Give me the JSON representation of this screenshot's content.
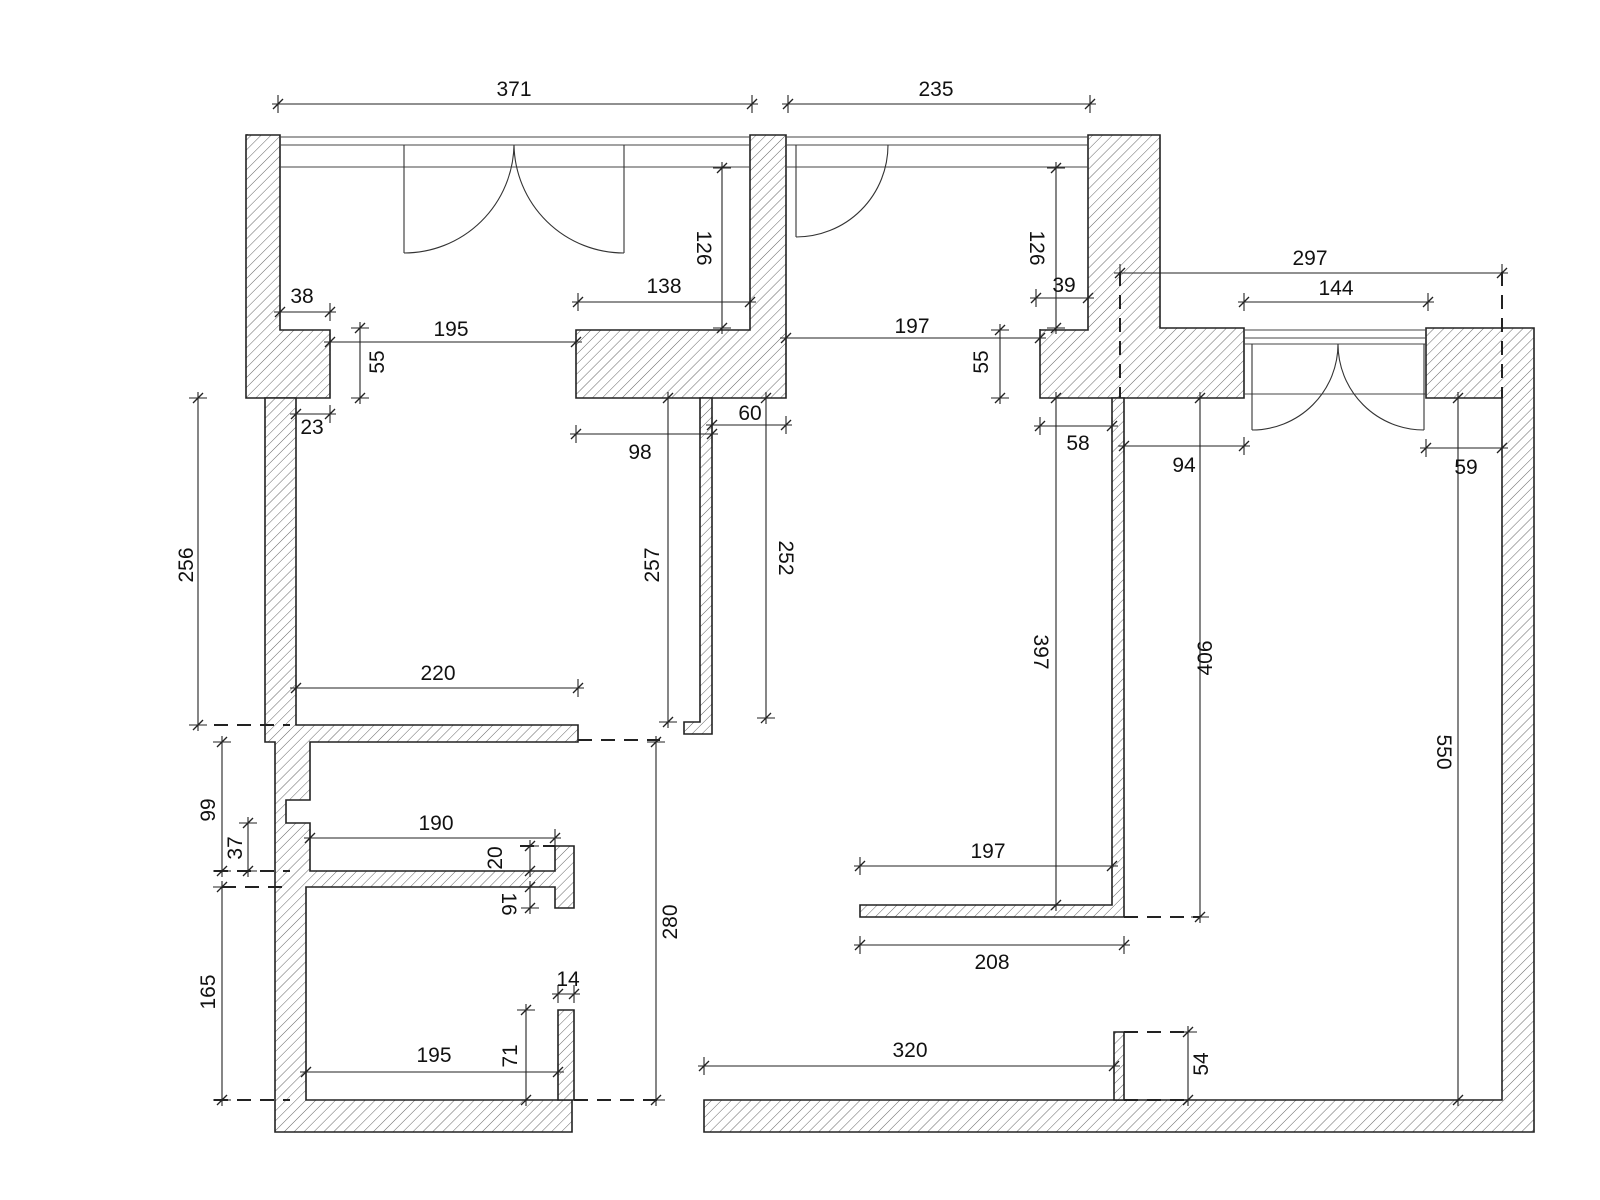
{
  "plan": {
    "dimensions": [
      {
        "id": "d371",
        "label": "371"
      },
      {
        "id": "d235",
        "label": "235"
      },
      {
        "id": "d297",
        "label": "297"
      },
      {
        "id": "d144",
        "label": "144"
      },
      {
        "id": "d126a",
        "label": "126"
      },
      {
        "id": "d126b",
        "label": "126"
      },
      {
        "id": "d138",
        "label": "138"
      },
      {
        "id": "d38",
        "label": "38"
      },
      {
        "id": "d195a",
        "label": "195"
      },
      {
        "id": "d55a",
        "label": "55"
      },
      {
        "id": "d23",
        "label": "23"
      },
      {
        "id": "d197a",
        "label": "197"
      },
      {
        "id": "d55b",
        "label": "55"
      },
      {
        "id": "d39",
        "label": "39"
      },
      {
        "id": "d58",
        "label": "58"
      },
      {
        "id": "d94",
        "label": "94"
      },
      {
        "id": "d59",
        "label": "59"
      },
      {
        "id": "d98",
        "label": "98"
      },
      {
        "id": "d60",
        "label": "60"
      },
      {
        "id": "d256",
        "label": "256"
      },
      {
        "id": "d257",
        "label": "257"
      },
      {
        "id": "d252",
        "label": "252"
      },
      {
        "id": "d397",
        "label": "397"
      },
      {
        "id": "d406",
        "label": "406"
      },
      {
        "id": "d550",
        "label": "550"
      },
      {
        "id": "d220",
        "label": "220"
      },
      {
        "id": "d99",
        "label": "99"
      },
      {
        "id": "d37",
        "label": "37"
      },
      {
        "id": "d190",
        "label": "190"
      },
      {
        "id": "d20",
        "label": "20"
      },
      {
        "id": "d16",
        "label": "16"
      },
      {
        "id": "d280",
        "label": "280"
      },
      {
        "id": "d165",
        "label": "165"
      },
      {
        "id": "d14",
        "label": "14"
      },
      {
        "id": "d195b",
        "label": "195"
      },
      {
        "id": "d71",
        "label": "71"
      },
      {
        "id": "d197b",
        "label": "197"
      },
      {
        "id": "d208",
        "label": "208"
      },
      {
        "id": "d320",
        "label": "320"
      },
      {
        "id": "d54",
        "label": "54"
      }
    ]
  }
}
